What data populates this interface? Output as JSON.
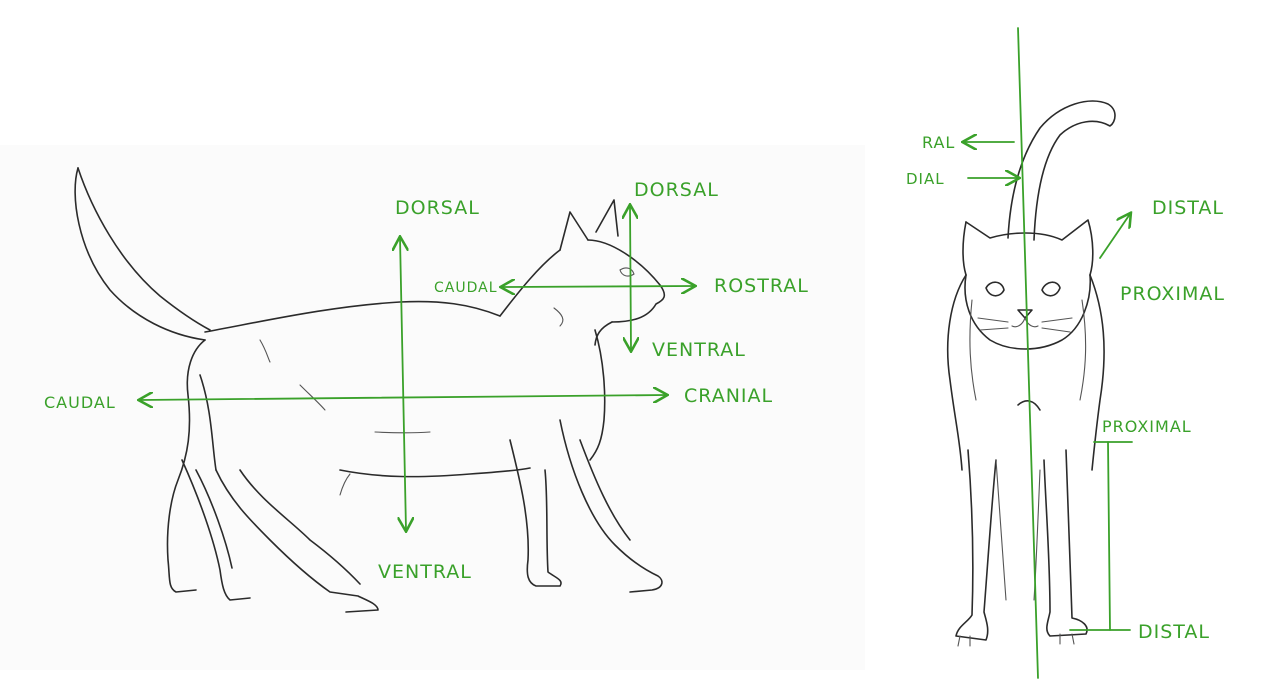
{
  "colors": {
    "annotation": "#3aa12a",
    "sketch": "#2b2b2b",
    "paper_left": "#fbfbfb",
    "paper_right": "#ffffff"
  },
  "side_view": {
    "dorsal_torso": "DORSAL",
    "dorsal_head": "DORSAL",
    "caudal_head": "CAUDAL",
    "rostral": "ROSTRAL",
    "ventral_head": "VENTRAL",
    "caudal_body": "CAUDAL",
    "cranial": "CRANIAL",
    "ventral_torso": "VENTRAL"
  },
  "front_view": {
    "lateral_partial": "RAL",
    "medial_partial": "DIAL",
    "distal_upper": "DISTAL",
    "proximal_upper": "PROXIMAL",
    "proximal_lower": "PROXIMAL",
    "distal_lower": "DISTAL"
  }
}
